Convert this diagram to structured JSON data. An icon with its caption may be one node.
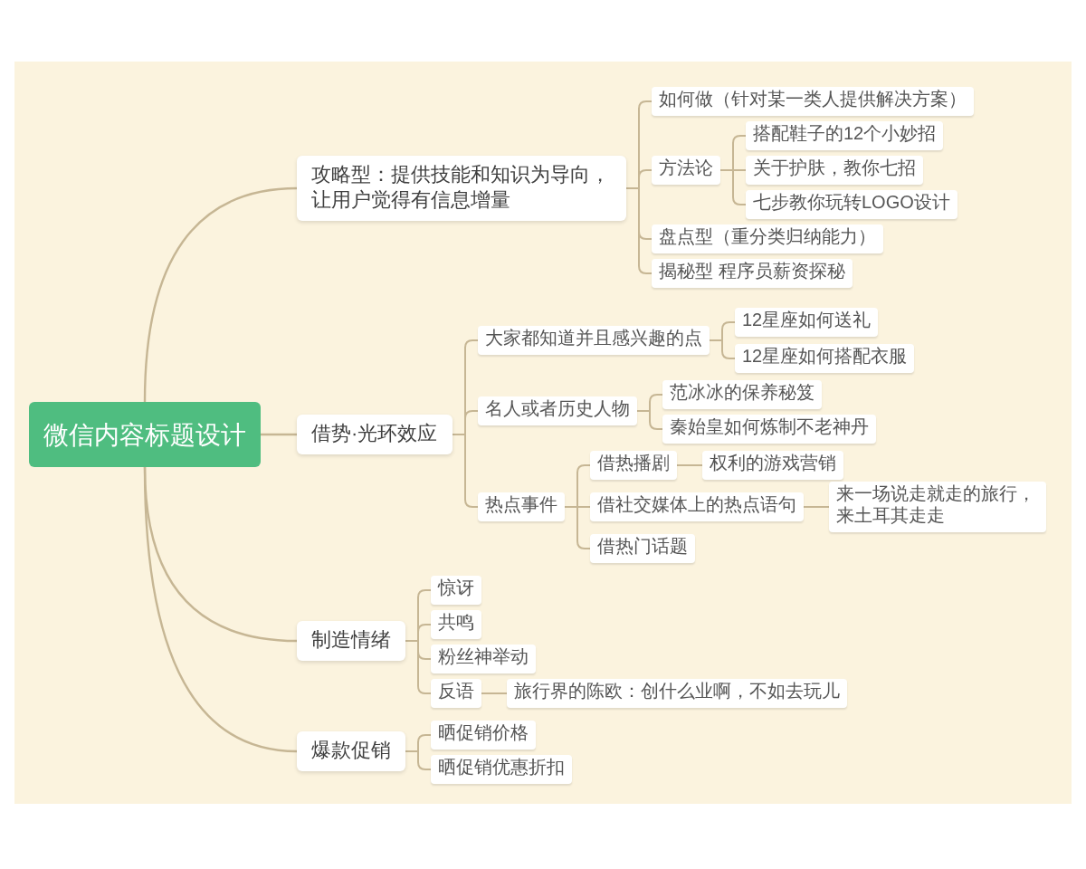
{
  "diagram": {
    "nodes": [
      {
        "text": [
          "微信内容标题设计"
        ]
      },
      {
        "text": [
          "攻略型：提供技能和知识为导向，让用户觉得有信息增量"
        ]
      },
      {
        "text": [
          "如何做（针对某一类人提供解决方案）"
        ]
      },
      {
        "text": [
          "方法论"
        ]
      },
      {
        "text": [
          "搭配鞋子的12个小妙招"
        ]
      },
      {
        "text": [
          "关于护肤，教你七招"
        ]
      },
      {
        "text": [
          "七步教你玩转LOGO设计"
        ]
      },
      {
        "text": [
          "盘点型（重分类归纳能力）"
        ]
      },
      {
        "text": [
          "揭秘型 程序员薪资探秘"
        ]
      },
      {
        "text": [
          "借势·光环效应"
        ]
      },
      {
        "text": [
          "大家都知道并且感兴趣的点"
        ]
      },
      {
        "text": [
          "12星座如何送礼"
        ]
      },
      {
        "text": [
          "12星座如何搭配衣服"
        ]
      },
      {
        "text": [
          "名人或者历史人物"
        ]
      },
      {
        "text": [
          "范冰冰的保养秘笈"
        ]
      },
      {
        "text": [
          "秦始皇如何炼制不老神丹"
        ]
      },
      {
        "text": [
          "热点事件"
        ]
      },
      {
        "text": [
          "借热播剧"
        ]
      },
      {
        "text": [
          "权利的游戏营销"
        ]
      },
      {
        "text": [
          "借社交媒体上的热点语句"
        ]
      },
      {
        "text": [
          "来一场说走就走的旅行，来土耳其走走"
        ]
      },
      {
        "text": [
          "借热门话题"
        ]
      },
      {
        "text": [
          "制造情绪"
        ]
      },
      {
        "text": [
          "惊讶"
        ]
      },
      {
        "text": [
          "共鸣"
        ]
      },
      {
        "text": [
          "粉丝神举动"
        ]
      },
      {
        "text": [
          "反语"
        ]
      },
      {
        "text": [
          "旅行界的陈欧：创什么业啊，不如去玩儿"
        ]
      },
      {
        "text": [
          "爆款促销"
        ]
      },
      {
        "text": [
          "晒促销价格"
        ]
      },
      {
        "text": [
          "晒促销优惠折扣"
        ]
      }
    ],
    "edges": [
      {
        "from": 0,
        "to": 1,
        "arrow": "none"
      },
      {
        "from": 0,
        "to": 9,
        "arrow": "none"
      },
      {
        "from": 0,
        "to": 22,
        "arrow": "none"
      },
      {
        "from": 0,
        "to": 28,
        "arrow": "none"
      },
      {
        "from": 1,
        "to": 2,
        "arrow": "none"
      },
      {
        "from": 1,
        "to": 3,
        "arrow": "none"
      },
      {
        "from": 3,
        "to": 4,
        "arrow": "none"
      },
      {
        "from": 3,
        "to": 5,
        "arrow": "none"
      },
      {
        "from": 3,
        "to": 6,
        "arrow": "none"
      },
      {
        "from": 1,
        "to": 7,
        "arrow": "none"
      },
      {
        "from": 1,
        "to": 8,
        "arrow": "none"
      },
      {
        "from": 9,
        "to": 10,
        "arrow": "none"
      },
      {
        "from": 10,
        "to": 11,
        "arrow": "none"
      },
      {
        "from": 10,
        "to": 12,
        "arrow": "none"
      },
      {
        "from": 9,
        "to": 13,
        "arrow": "none"
      },
      {
        "from": 13,
        "to": 14,
        "arrow": "none"
      },
      {
        "from": 13,
        "to": 15,
        "arrow": "none"
      },
      {
        "from": 9,
        "to": 16,
        "arrow": "none"
      },
      {
        "from": 16,
        "to": 17,
        "arrow": "none"
      },
      {
        "from": 17,
        "to": 18,
        "arrow": "none"
      },
      {
        "from": 16,
        "to": 19,
        "arrow": "none"
      },
      {
        "from": 19,
        "to": 20,
        "arrow": "none"
      },
      {
        "from": 16,
        "to": 21,
        "arrow": "none"
      },
      {
        "from": 22,
        "to": 23,
        "arrow": "none"
      },
      {
        "from": 22,
        "to": 24,
        "arrow": "none"
      },
      {
        "from": 22,
        "to": 25,
        "arrow": "none"
      },
      {
        "from": 22,
        "to": 26,
        "arrow": "none"
      },
      {
        "from": 26,
        "to": 27,
        "arrow": "none"
      },
      {
        "from": 28,
        "to": 29,
        "arrow": "none"
      },
      {
        "from": 28,
        "to": 30,
        "arrow": "none"
      }
    ]
  }
}
